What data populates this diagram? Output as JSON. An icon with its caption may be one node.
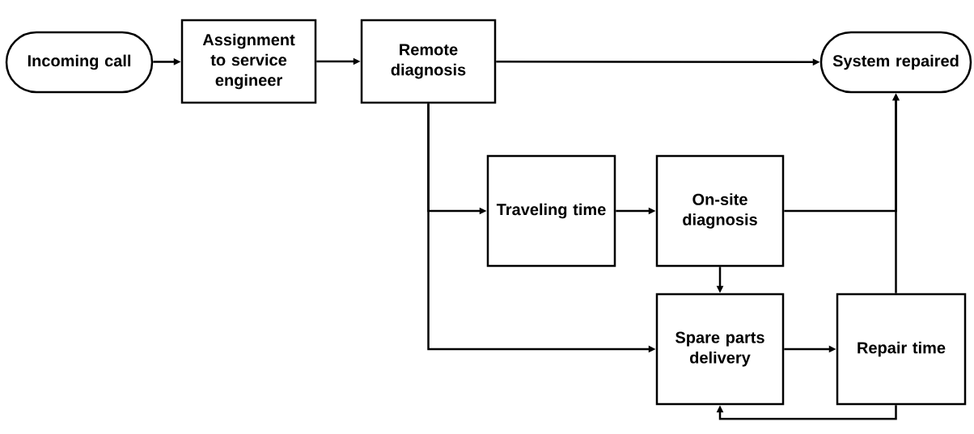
{
  "diagram": {
    "nodes": [
      {
        "text": [
          "Incoming call"
        ]
      },
      {
        "text": [
          "Assignment to service engineer"
        ]
      },
      {
        "text": [
          "Remote diagnosis"
        ]
      },
      {
        "text": [
          "System repaired"
        ]
      },
      {
        "text": [
          "Traveling time"
        ]
      },
      {
        "text": [
          "On-site diagnosis"
        ]
      },
      {
        "text": [
          "Spare parts delivery"
        ]
      },
      {
        "text": [
          "Repair time"
        ]
      }
    ],
    "edges": [
      {
        "from": 0,
        "to": 1,
        "arrow": "to"
      },
      {
        "from": 1,
        "to": 2,
        "arrow": "to"
      },
      {
        "from": 2,
        "to": 3,
        "arrow": "to"
      },
      {
        "from": 2,
        "to": 4,
        "arrow": "to"
      },
      {
        "from": 2,
        "to": 6,
        "arrow": "to"
      },
      {
        "from": 4,
        "to": 5,
        "arrow": "to"
      },
      {
        "from": 5,
        "to": 3,
        "arrow": "to"
      },
      {
        "from": 5,
        "to": 6,
        "arrow": "to"
      },
      {
        "from": 6,
        "to": 7,
        "arrow": "to"
      },
      {
        "from": 7,
        "to": 3,
        "arrow": "to"
      },
      {
        "from": 7,
        "to": 6,
        "arrow": "to"
      }
    ]
  }
}
